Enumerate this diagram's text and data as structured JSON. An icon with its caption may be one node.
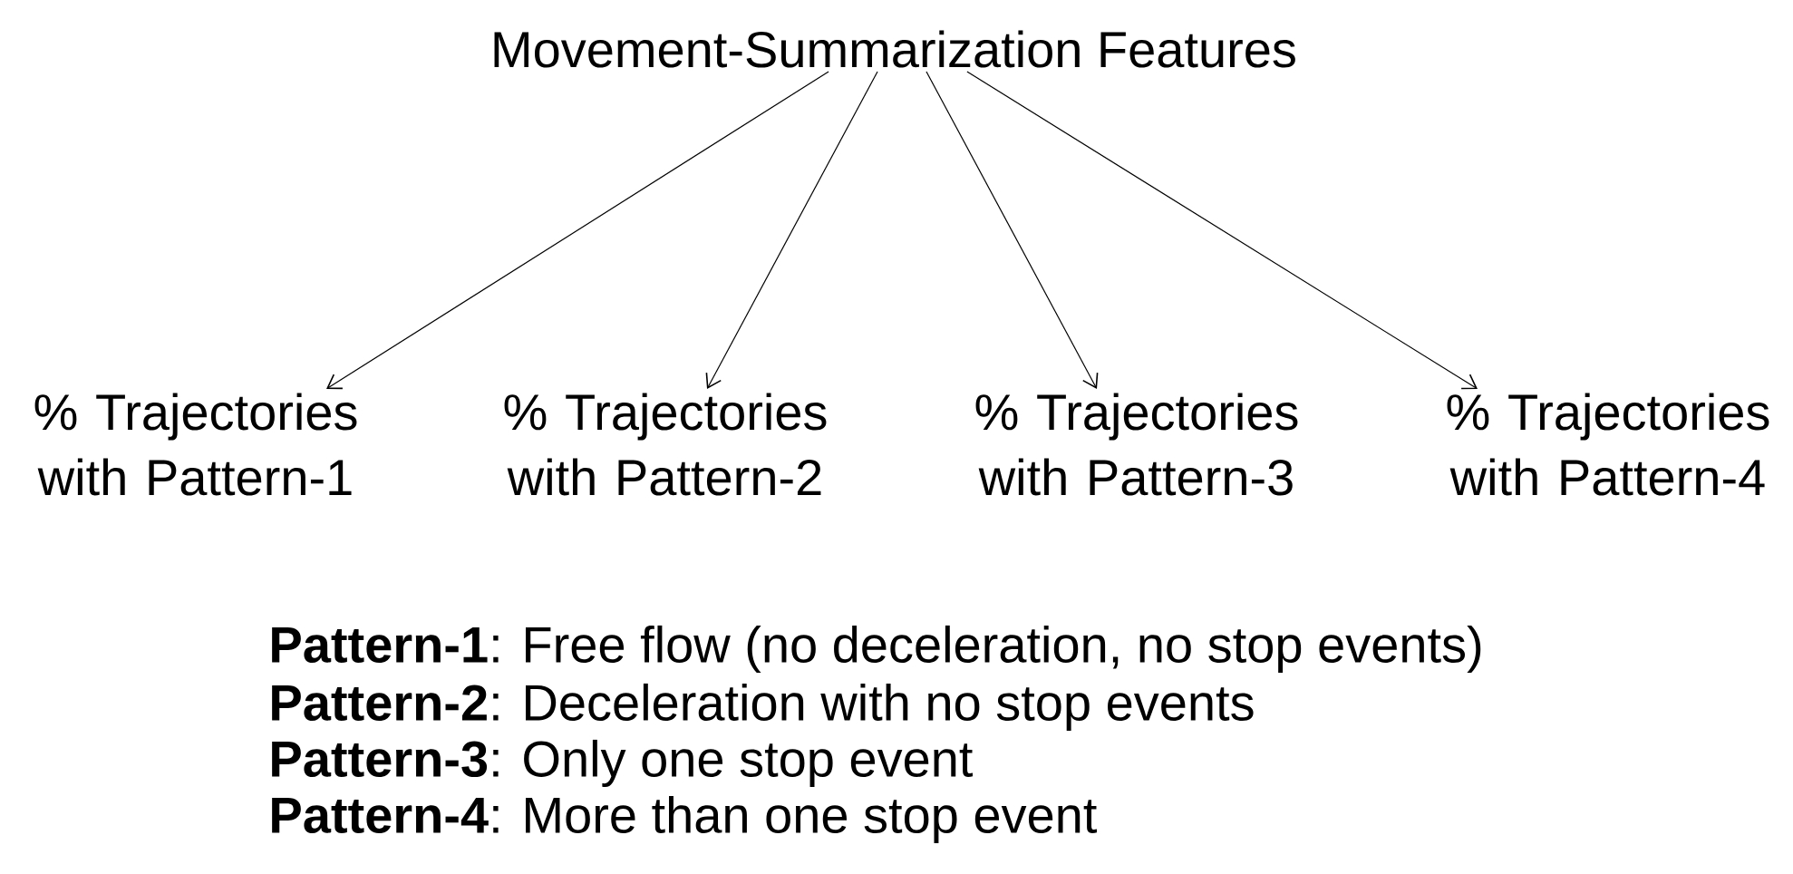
{
  "diagram": {
    "nodes": [
      {
        "text": [
          "Movement-Summarization Features"
        ]
      },
      {
        "text": [
          "% Trajectories with Pattern-1"
        ]
      },
      {
        "text": [
          "% Trajectories with Pattern-2"
        ]
      },
      {
        "text": [
          "% Trajectories with Pattern-3"
        ]
      },
      {
        "text": [
          "% Trajectories with Pattern-4"
        ]
      }
    ],
    "edges": [
      {
        "from": 0,
        "to": 1,
        "arrow": "to"
      },
      {
        "from": 0,
        "to": 2,
        "arrow": "to"
      },
      {
        "from": 0,
        "to": 3,
        "arrow": "to"
      },
      {
        "from": 0,
        "to": 4,
        "arrow": "to"
      }
    ],
    "labels": [
      "**Pattern-1**: Free flow (no deceleration, no stop events)",
      "**Pattern-2**: Deceleration with no stop events",
      "**Pattern-3**: Only one stop event",
      "**Pattern-4**: More than one stop event"
    ]
  }
}
